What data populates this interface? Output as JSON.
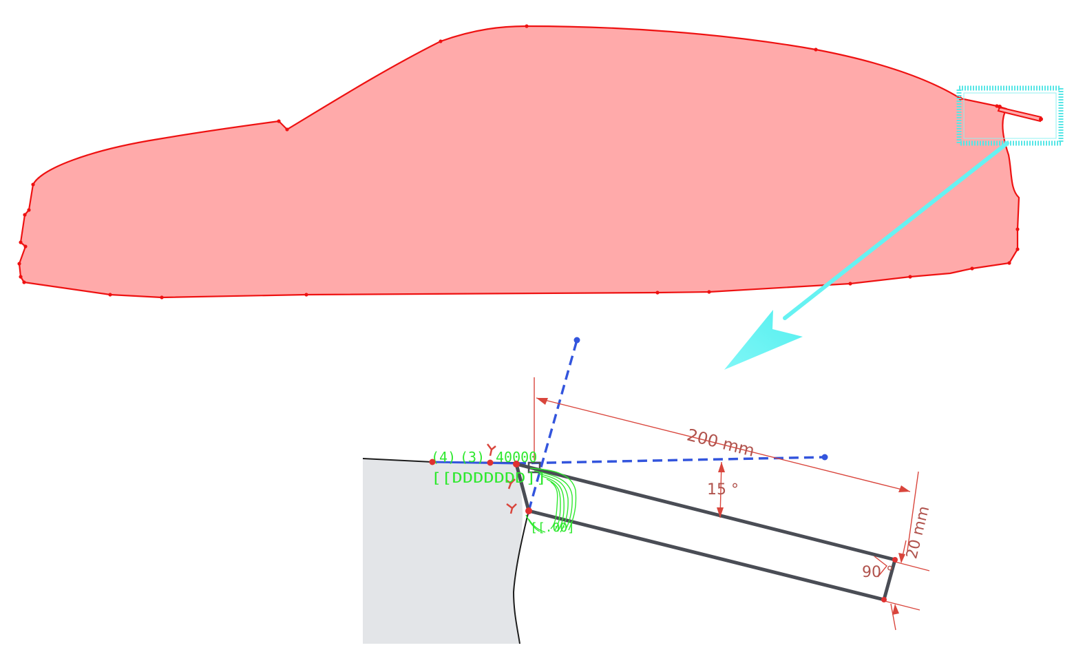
{
  "colors": {
    "car_fill": "#ffaaaa",
    "car_stroke": "#ee1111",
    "highlight": "#66f2f2",
    "construction": "#3355dd",
    "dimension": "#d9453c",
    "dimension_text": "#b0534d",
    "solid_line": "#4a4d55",
    "constraint_text": "#2ee82e",
    "background_region": "#e3e5e8"
  },
  "dimensions": {
    "length": "200 mm",
    "width": "20 mm",
    "angle": "15 °",
    "corner_angle": "90 °"
  },
  "constraint_labels": {
    "top_left": "(4)",
    "top_mid": "(3)",
    "top_right": "40000",
    "row_two": "[[DDDDDDD]]",
    "bottom": "[[.00]"
  }
}
